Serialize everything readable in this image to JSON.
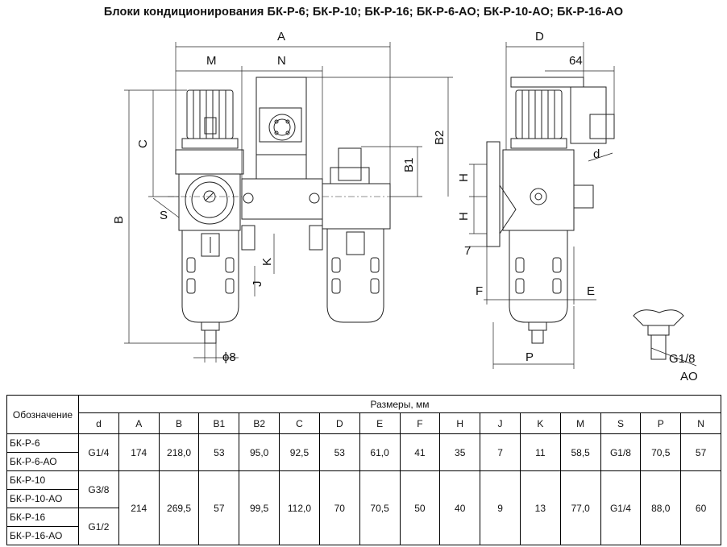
{
  "title": "Блоки кондиционирования БК-Р-6; БК-Р-10; БК-Р-16; БК-Р-6-АО; БК-Р-10-АО; БК-Р-16-АО",
  "drawing_labels": {
    "A": "A",
    "M": "M",
    "N": "N",
    "C": "C",
    "B": "B",
    "B1": "B1",
    "B2": "B2",
    "S": "S",
    "K": "K",
    "J": "J",
    "phi8": "ϕ8",
    "D": "D",
    "d64": "64",
    "d": "d",
    "H1": "H",
    "H2": "H",
    "seven": "7",
    "F": "F",
    "E": "E",
    "P": "P",
    "G18": "G1/8",
    "AO": "AO"
  },
  "table": {
    "designation_header": "Обозначение",
    "sizes_header": "Размеры, мм",
    "columns": [
      "d",
      "A",
      "B",
      "B1",
      "B2",
      "C",
      "D",
      "E",
      "F",
      "H",
      "J",
      "K",
      "M",
      "S",
      "P",
      "N"
    ],
    "rows": {
      "r1_name": "БК-Р-6",
      "r2_name": "БК-Р-6-АО",
      "g1": [
        "G1/4",
        "174",
        "218,0",
        "53",
        "95,0",
        "92,5",
        "53",
        "61,0",
        "41",
        "35",
        "7",
        "11",
        "58,5",
        "G1/8",
        "70,5",
        "57"
      ],
      "r3_name": "БК-Р-10",
      "r4_name": "БК-Р-10-АО",
      "r5_name": "БК-Р-16",
      "r6_name": "БК-Р-16-АО",
      "d_10": "G3/8",
      "d_16": "G1/2",
      "g2": [
        "214",
        "269,5",
        "57",
        "99,5",
        "112,0",
        "70",
        "70,5",
        "50",
        "40",
        "9",
        "13",
        "77,0",
        "G1/4",
        "88,0",
        "60"
      ]
    }
  }
}
